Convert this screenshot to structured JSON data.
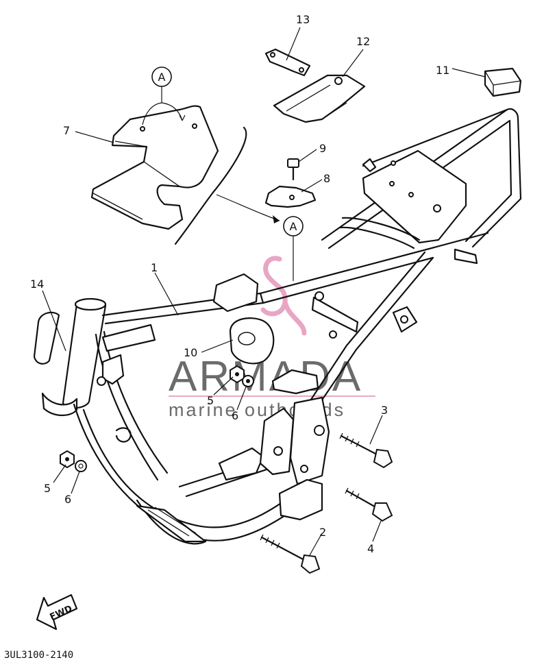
{
  "diagram": {
    "callouts": [
      {
        "id": "1",
        "text": "1"
      },
      {
        "id": "2",
        "text": "2"
      },
      {
        "id": "3",
        "text": "3"
      },
      {
        "id": "4",
        "text": "4"
      },
      {
        "id": "5a",
        "text": "5"
      },
      {
        "id": "5b",
        "text": "5"
      },
      {
        "id": "6a",
        "text": "6"
      },
      {
        "id": "6b",
        "text": "6"
      },
      {
        "id": "7",
        "text": "7"
      },
      {
        "id": "8",
        "text": "8"
      },
      {
        "id": "9",
        "text": "9"
      },
      {
        "id": "10",
        "text": "10"
      },
      {
        "id": "11",
        "text": "11"
      },
      {
        "id": "12",
        "text": "12"
      },
      {
        "id": "13",
        "text": "13"
      },
      {
        "id": "14",
        "text": "14"
      }
    ],
    "ref_marker_a_top": "A",
    "ref_marker_a_frame": "A",
    "fwd_arrow_label": "FWD",
    "drawing_code": "3UL3100-2140"
  },
  "watermark": {
    "brand": "ARMADA",
    "tagline": "marine outboards",
    "accent_color": "#e8a6c4"
  }
}
